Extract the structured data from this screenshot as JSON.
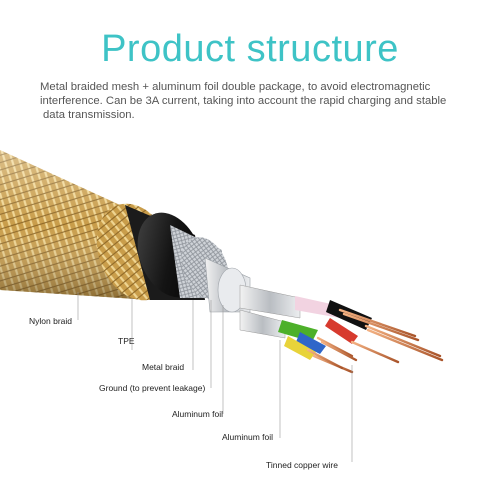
{
  "title": "Product structure",
  "description": {
    "line1": "Metal braided mesh + aluminum foil double package, to avoid electromagnetic",
    "line2": "interference. Can be 3A current, taking into account the rapid charging and stable",
    "line3": "data transmission."
  },
  "labels": {
    "nylon_braid": "Nylon braid",
    "tpe": "TPE",
    "metal_braid": "Metal braid",
    "ground": "Ground (to prevent leakage)",
    "aluminum_foil_1": "Aluminum foil",
    "aluminum_foil_2": "Aluminum foil",
    "tinned_copper_wire": "Tinned copper wire"
  },
  "colors": {
    "title": "#3ec3c6",
    "braid": "#c9a14e",
    "tpe": "#1c1c1c",
    "copper": "#d9884f"
  }
}
